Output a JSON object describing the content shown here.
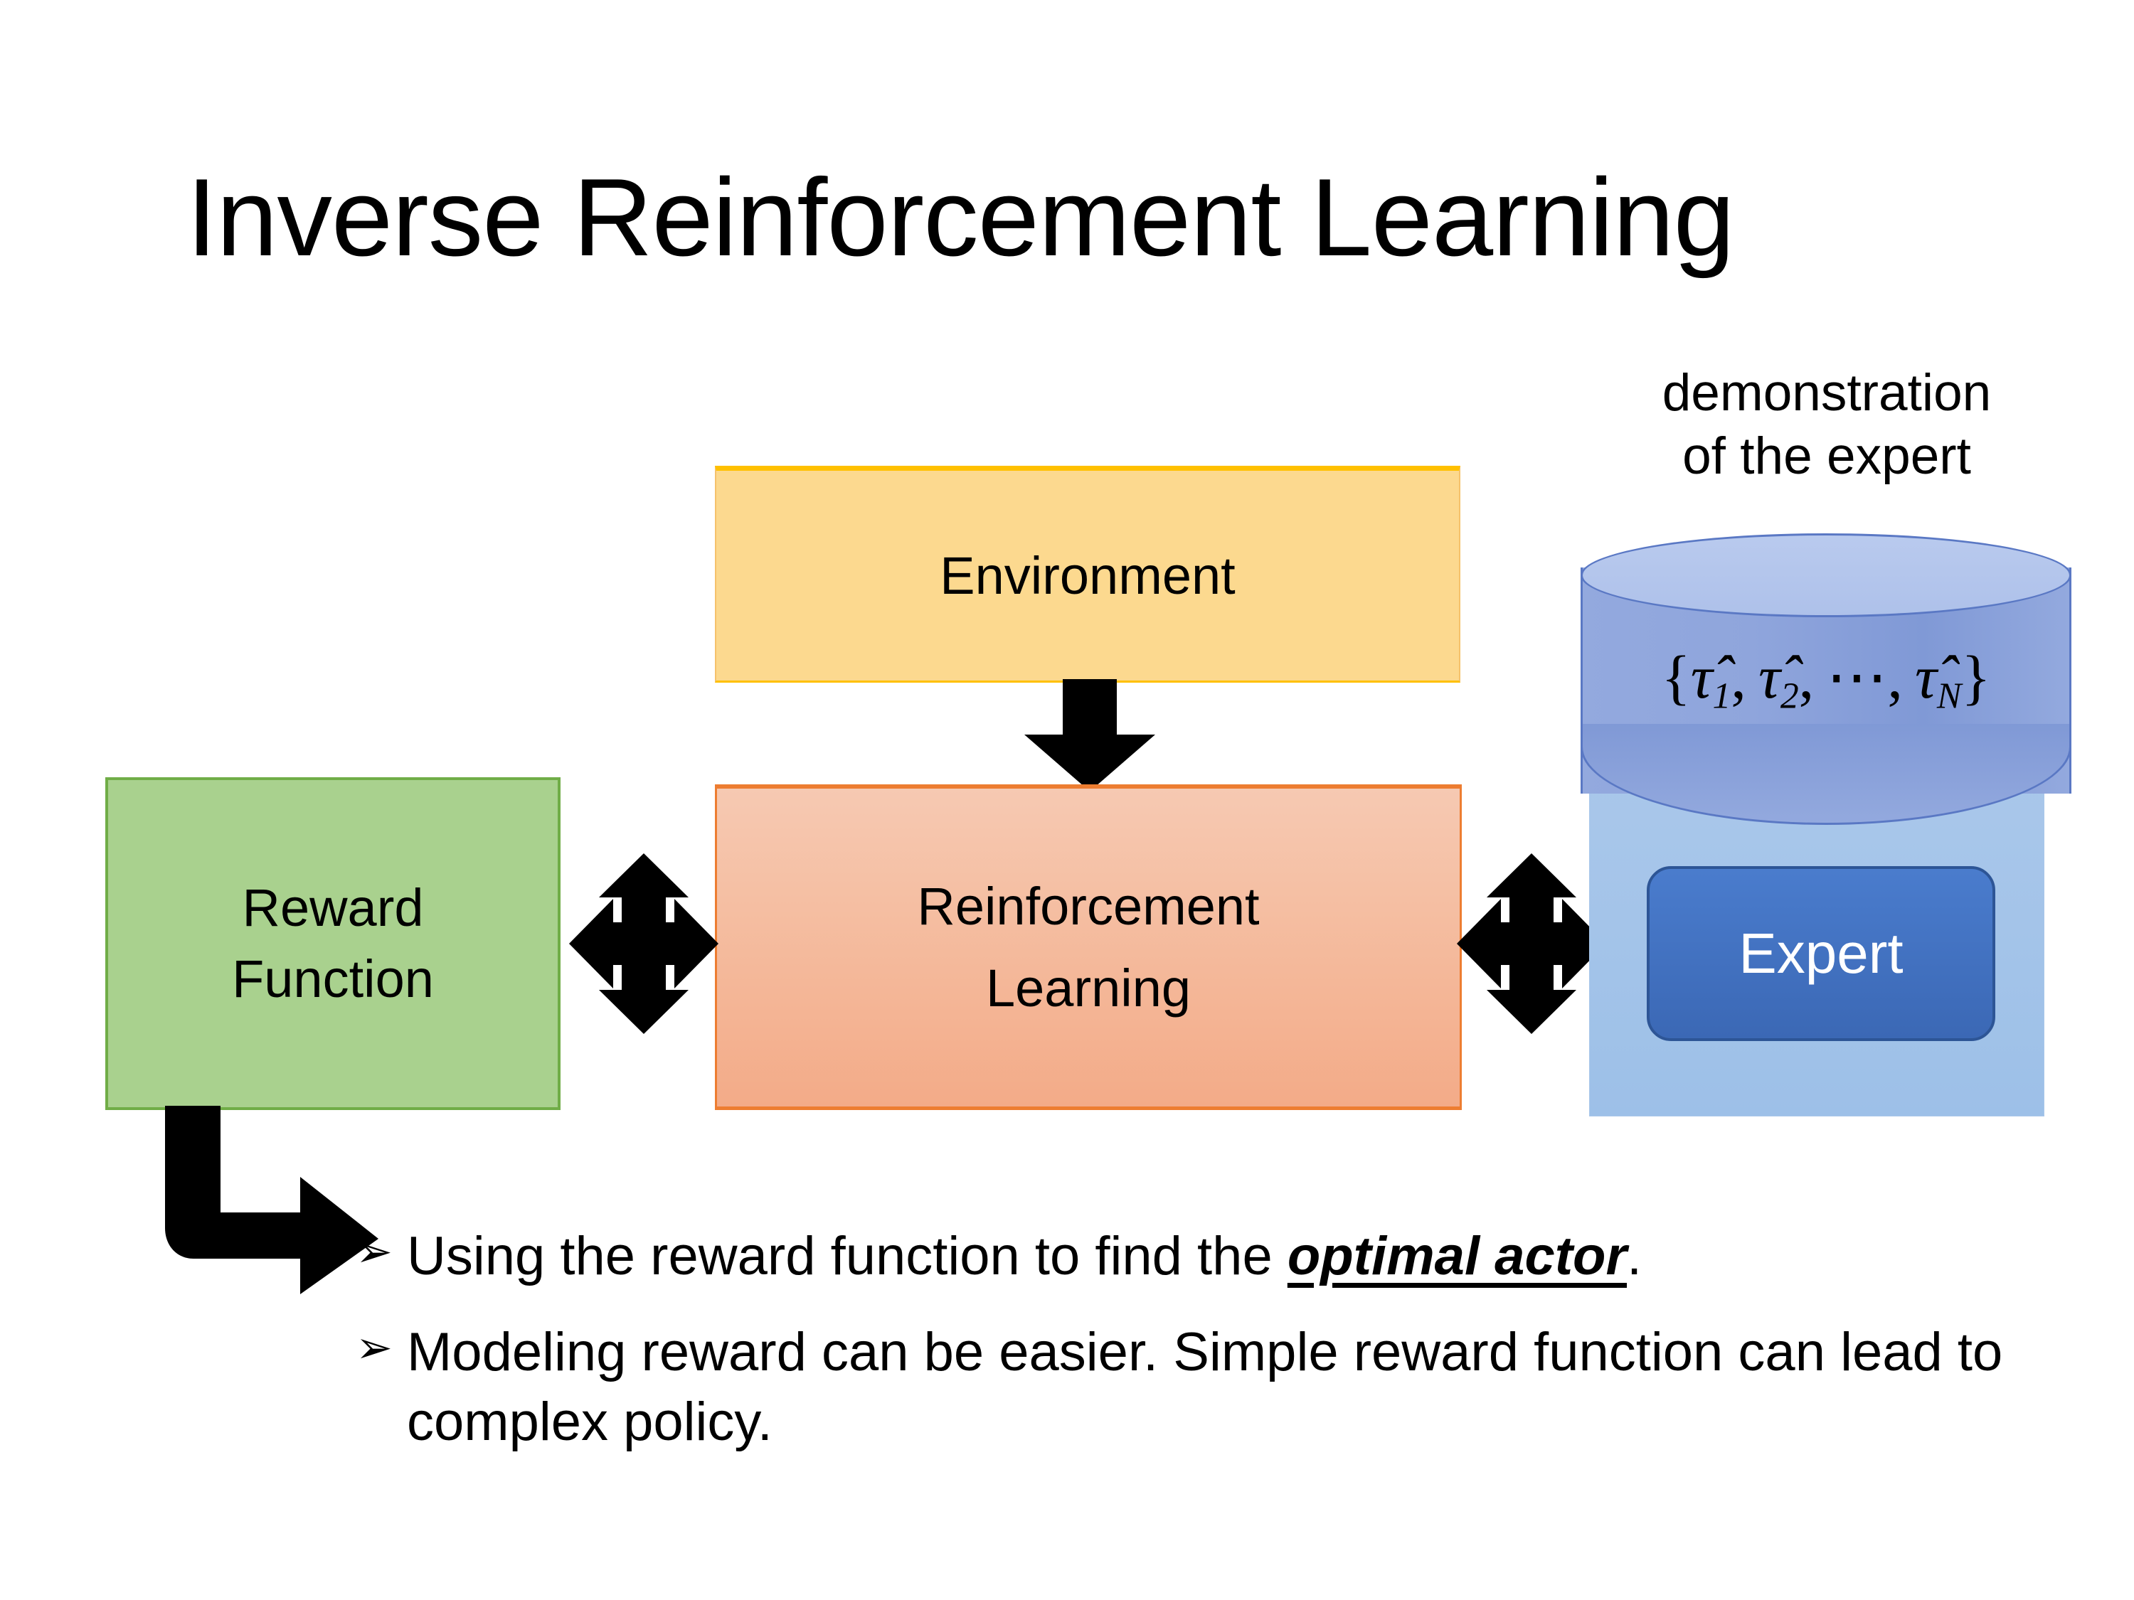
{
  "slide": {
    "title": "Inverse Reinforcement Learning",
    "background_color": "#ffffff"
  },
  "diagram": {
    "nodes": [
      {
        "id": "environment",
        "label": "Environment",
        "fill": "#fcd98f",
        "border": "#ffc000"
      },
      {
        "id": "reinforcement_learning",
        "label_line1": "Reinforcement",
        "label_line2": "Learning",
        "fill": "#f3ab88",
        "border": "#ed7d31"
      },
      {
        "id": "reward_function",
        "label_line1": "Reward",
        "label_line2": "Function",
        "fill": "#a9d18e",
        "border": "#70ad47"
      },
      {
        "id": "expert",
        "label": "Expert",
        "fill": "#3b68b5",
        "border": "#2d5596",
        "text_color": "#ffffff"
      }
    ],
    "demonstration": {
      "caption_line1": "demonstration",
      "caption_line2": "of the expert",
      "set_open": "{",
      "tau1": "τ̂",
      "tau1_sub": "1",
      "sep1": ",",
      "tau2": "τ̂",
      "tau2_sub": "2",
      "sep2": ",",
      "ellipsis": "⋯",
      "sep3": ",",
      "tauN": "τ̂",
      "tauN_sub": "N",
      "set_close": "}",
      "formula_plain": "{τ̂1, τ̂2, ⋯, τ̂N}",
      "cylinder_fill": "#8fa5dc",
      "cylinder_top_fill": "#b9caee",
      "panel_fill": "#9dc0e8"
    },
    "connectors": [
      {
        "id": "environment-to-rl",
        "type": "down-block-arrow",
        "color": "#000000"
      },
      {
        "id": "reward-rl-link",
        "type": "double-arrow-star",
        "color": "#000000"
      },
      {
        "id": "rl-expert-link",
        "type": "double-arrow-star",
        "color": "#000000"
      },
      {
        "id": "reward-to-bullets",
        "type": "bent-arrow",
        "color": "#000000"
      }
    ]
  },
  "bullets": {
    "marker": "➢",
    "items": [
      {
        "text_before": "Using the reward function to find the ",
        "emphasis": "optimal actor",
        "text_after": "."
      },
      {
        "text_before": "Modeling reward can be easier. Simple reward function can lead to complex policy.",
        "emphasis": "",
        "text_after": ""
      }
    ]
  }
}
